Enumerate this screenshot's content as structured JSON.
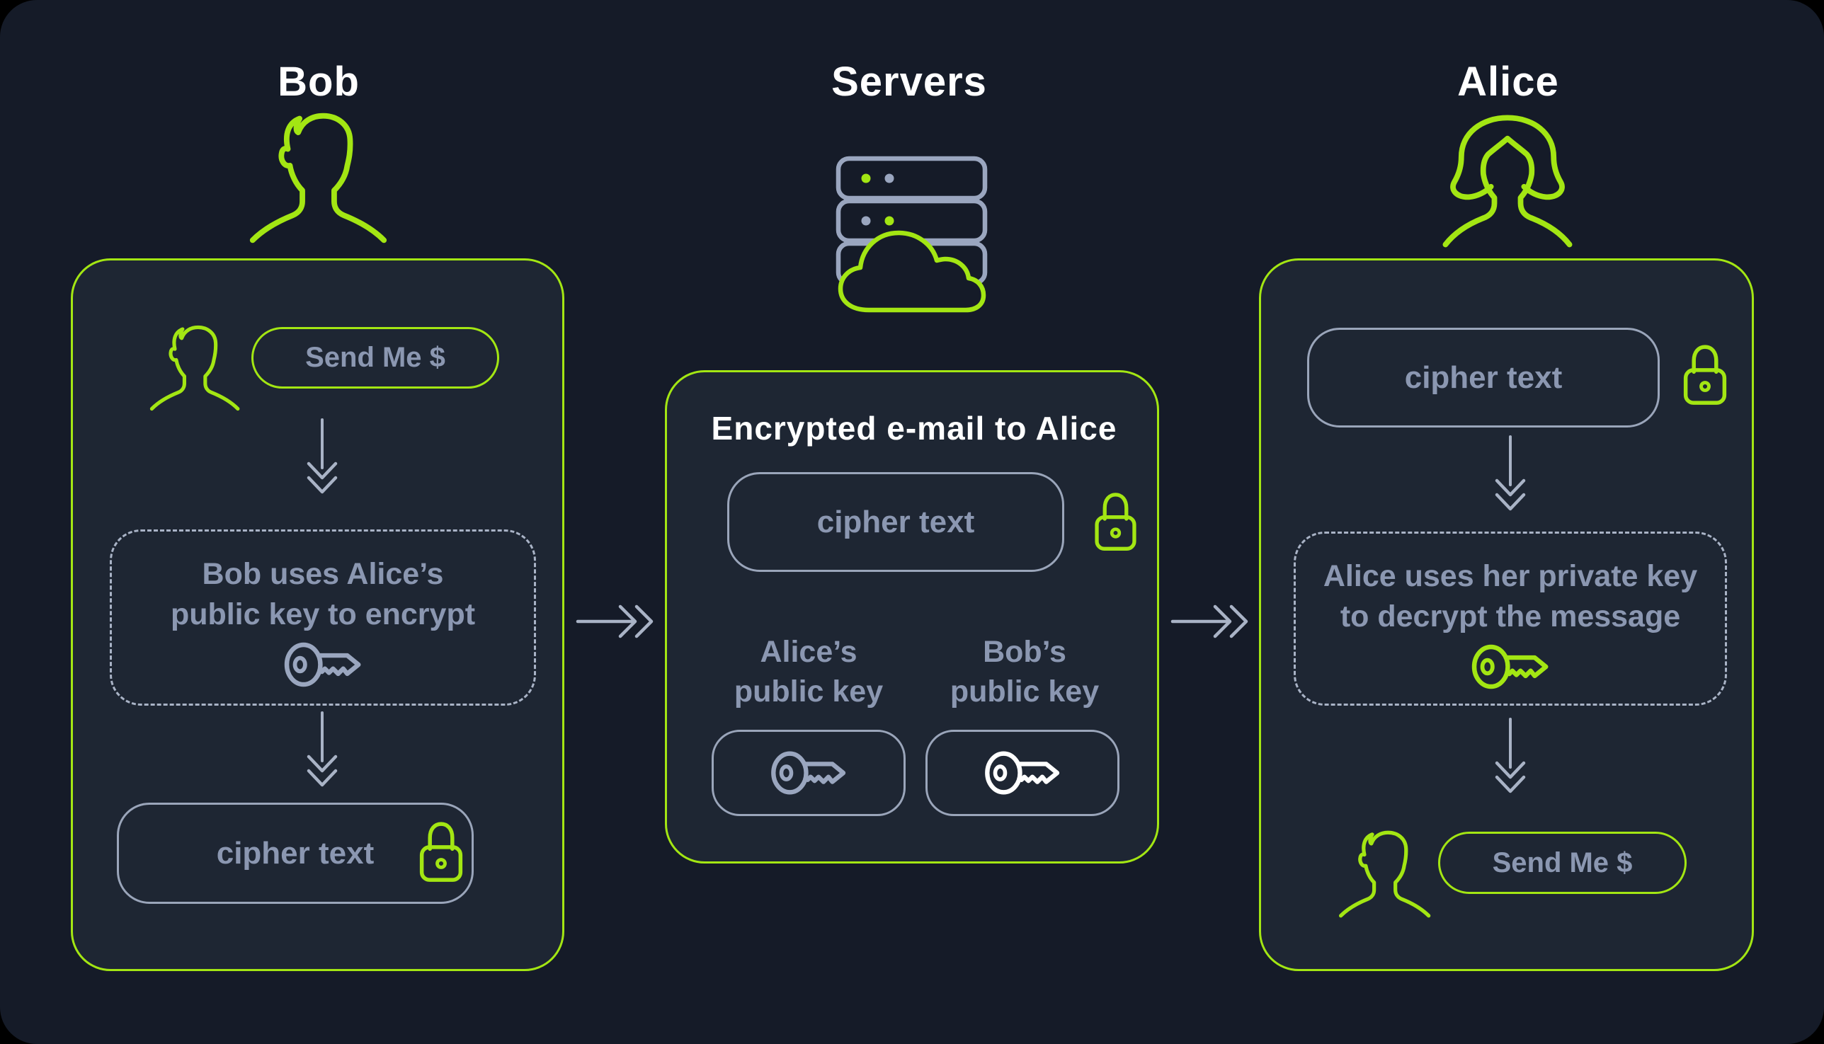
{
  "titles": {
    "bob": "Bob",
    "servers": "Servers",
    "alice": "Alice"
  },
  "bob_panel": {
    "message_label": "Send Me $",
    "process_line1": "Bob uses Alice’s",
    "process_line2": "public key to encrypt",
    "cipher_label": "cipher text"
  },
  "server_panel": {
    "heading": "Encrypted e-mail to Alice",
    "cipher_label": "cipher text",
    "alice_key_line1": "Alice’s",
    "alice_key_line2": "public key",
    "bob_key_line1": "Bob’s",
    "bob_key_line2": "public key"
  },
  "alice_panel": {
    "cipher_label": "cipher text",
    "process_line1": "Alice uses her private key",
    "process_line2": "to decrypt the message",
    "message_label": "Send Me $"
  },
  "icons": {
    "bob_avatar": "male-user-outline",
    "alice_avatar": "female-user-outline",
    "servers": "server-stack-with-cloud",
    "lock": "closed-padlock",
    "key": "key-outline",
    "arrow_down": "double-chevron-down-arrow",
    "arrow_right": "double-chevron-right-arrow"
  },
  "colors": {
    "accent_green": "#a3e613",
    "page_bg": "#151b28",
    "panel_bg": "#1e2633",
    "outer_bg": "#000000",
    "text_muted": "#8b97b1",
    "line_light": "#a9b3c6",
    "border_gray": "#9aa5ba",
    "icon_gray": "#9aa6bf",
    "white": "#ffffff"
  }
}
